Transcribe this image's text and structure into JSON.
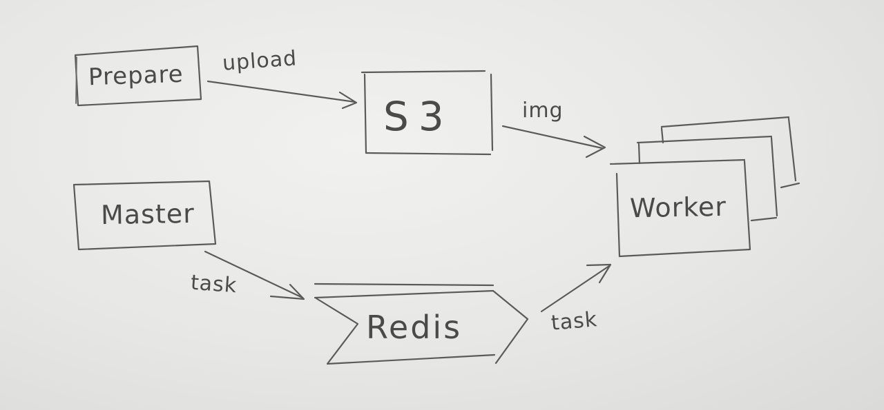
{
  "diagram": {
    "nodes": {
      "prepare": "Prepare",
      "s3": "S3",
      "master": "Master",
      "redis": "Redis",
      "worker": "Worker"
    },
    "edges": [
      {
        "from": "prepare",
        "to": "s3",
        "label": "upload"
      },
      {
        "from": "s3",
        "to": "worker",
        "label": "img"
      },
      {
        "from": "master",
        "to": "redis",
        "label": "task"
      },
      {
        "from": "redis",
        "to": "worker",
        "label": "task"
      }
    ]
  },
  "colors": {
    "pencil": "#5a5a5a",
    "paper": "#e8e8e6"
  }
}
